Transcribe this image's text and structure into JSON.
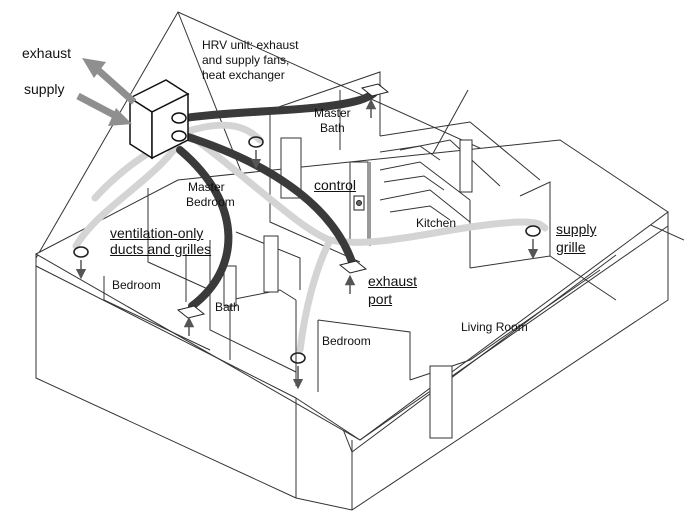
{
  "labels": {
    "exhaust": "exhaust",
    "supply": "supply",
    "hrv_line1": "HRV unit: exhaust",
    "hrv_line2": "and supply fans,",
    "hrv_line3": "heat exchanger",
    "master_bath_1": "Master",
    "master_bath_2": "Bath",
    "master_bedroom_1": "Master",
    "master_bedroom_2": "Bedroom",
    "control": "control",
    "ventilation_1": "ventilation-only",
    "ventilation_2": "ducts and grilles",
    "kitchen": "Kitchen",
    "supply_grille_1": "supply",
    "supply_grille_2": "grille",
    "bedroom_left": "Bedroom",
    "bath": "Bath",
    "exhaust_port_1": "exhaust",
    "exhaust_port_2": "port",
    "living_room": "Living Room",
    "bedroom_front": "Bedroom"
  },
  "colors": {
    "line": "#333333",
    "dark_duct": "#3a3a3a",
    "light_duct": "#d4d4d4",
    "arrow_gray": "#8f8f8f",
    "background": "#ffffff"
  }
}
